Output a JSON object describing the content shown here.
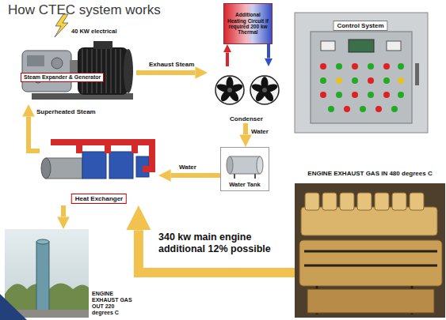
{
  "diagram": {
    "title": "How CTEC system works",
    "nodes": [
      {
        "text": [
          "Steam Expander & Generator"
        ]
      },
      {
        "text": [
          "Additional Heating Circuit if required 200 kw Thermal"
        ]
      },
      {
        "text": [
          "Control System"
        ]
      },
      {
        "text": [
          "Condenser"
        ]
      },
      {
        "text": [
          "Water Tank"
        ]
      },
      {
        "text": [
          "Heat Exchanger"
        ]
      },
      {
        "text": [
          "ENGINE EXHAUST GAS IN 480 degrees C"
        ]
      },
      {
        "text": [
          "ENGINE EXHAUST GAS OUT 220 degrees C"
        ]
      }
    ],
    "edges": [
      {
        "from": 0,
        "to": 3,
        "label": "Exhaust Steam",
        "arrow": "to"
      },
      {
        "from": 3,
        "to": 1,
        "arrow": "to"
      },
      {
        "from": 1,
        "to": 3,
        "arrow": "to"
      },
      {
        "from": 3,
        "to": 4,
        "label": "Water",
        "arrow": "to"
      },
      {
        "from": 4,
        "to": 5,
        "label": "Water",
        "arrow": "to"
      },
      {
        "from": 5,
        "to": 0,
        "label": "Superheated Steam",
        "arrow": "to"
      },
      {
        "from": 6,
        "to": 5,
        "label": "340 kw main engine additional 12% possible",
        "arrow": "to"
      },
      {
        "from": 5,
        "to": 7,
        "arrow": "to"
      }
    ],
    "labels": [
      "40 KW electrical"
    ]
  }
}
